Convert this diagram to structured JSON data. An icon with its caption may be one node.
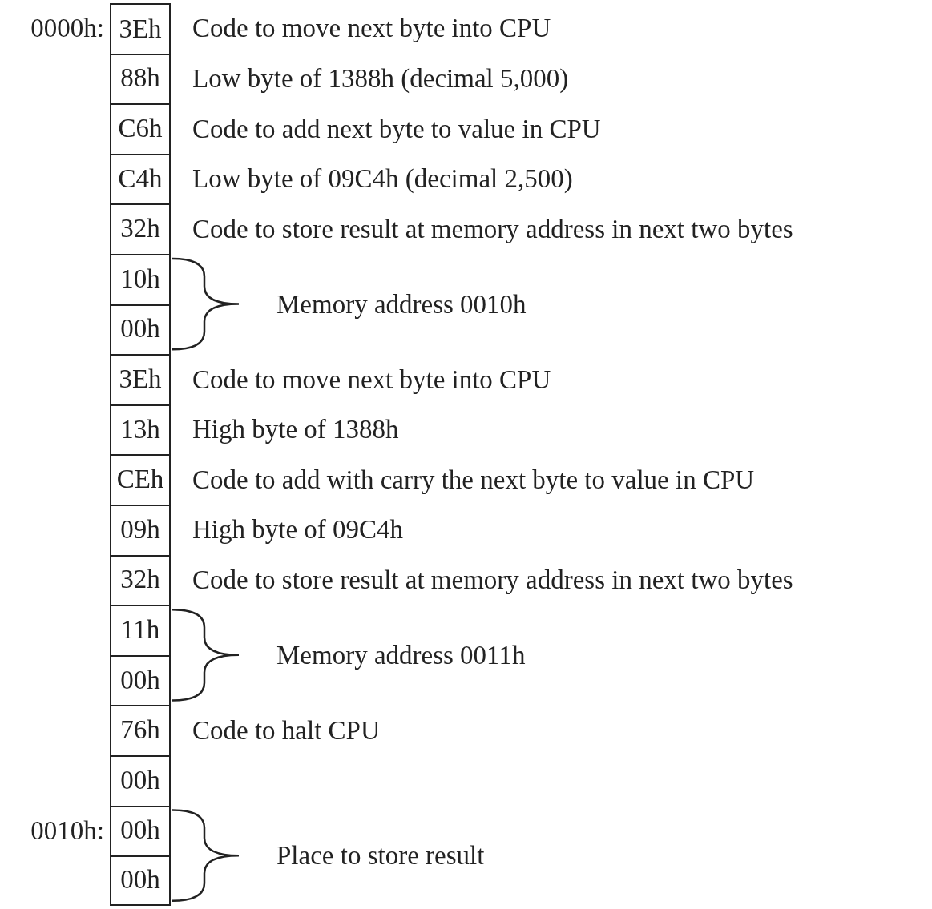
{
  "diagram": {
    "nodes": [
      {
        "text": [
          "3Eh"
        ],
        "beside": [
          "0000h:",
          "Code to move next byte into CPU"
        ]
      },
      {
        "text": [
          "88h"
        ],
        "beside": [
          "Low byte of 1388h (decimal 5,000)"
        ]
      },
      {
        "text": [
          "C6h"
        ],
        "beside": [
          "Code to add next byte to value in CPU"
        ]
      },
      {
        "text": [
          "C4h"
        ],
        "beside": [
          "Low byte of 09C4h (decimal 2,500)"
        ]
      },
      {
        "text": [
          "32h"
        ],
        "beside": [
          "Code to store result at memory address in next two bytes"
        ]
      },
      {
        "text": [
          "10h"
        ]
      },
      {
        "text": [
          "00h"
        ]
      },
      {
        "text": [
          "3Eh"
        ],
        "beside": [
          "Code to move next byte into CPU"
        ]
      },
      {
        "text": [
          "13h"
        ],
        "beside": [
          "High byte of 1388h"
        ]
      },
      {
        "text": [
          "CEh"
        ],
        "beside": [
          "Code to add with carry the next byte to value in CPU"
        ]
      },
      {
        "text": [
          "09h"
        ],
        "beside": [
          "High byte of 09C4h"
        ]
      },
      {
        "text": [
          "32h"
        ],
        "beside": [
          "Code to store result at memory address in next two bytes"
        ]
      },
      {
        "text": [
          "11h"
        ]
      },
      {
        "text": [
          "00h"
        ]
      },
      {
        "text": [
          "76h"
        ],
        "beside": [
          "Code to halt CPU"
        ]
      },
      {
        "text": [
          "00h"
        ]
      },
      {
        "text": [
          "00h"
        ],
        "beside": [
          "0010h:"
        ]
      },
      {
        "text": [
          "00h"
        ]
      }
    ],
    "edges": [],
    "labels": [
      "Memory address 0010h",
      "Memory address 0011h",
      "Place to store result"
    ]
  }
}
